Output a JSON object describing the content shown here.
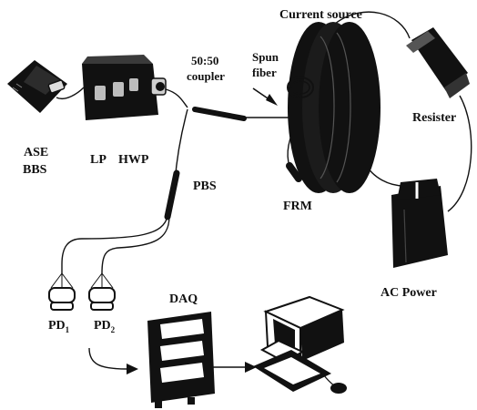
{
  "labels": {
    "current_source": "Current source",
    "coupler_ratio": "50:50",
    "coupler": "coupler",
    "spun": "Spun",
    "fiber": "fiber",
    "resister": "Resister",
    "ase": "ASE",
    "bbs": "BBS",
    "lp": "LP",
    "hwp": "HWP",
    "pbs": "PBS",
    "frm": "FRM",
    "ac_power": "AC Power",
    "daq": "DAQ",
    "pd1_main": "PD",
    "pd1_sub": "1",
    "pd2_main": "PD",
    "pd2_sub": "2"
  },
  "icons": [
    "ase-source-icon",
    "polarizer-waveplate-icon",
    "coupler-icon",
    "coil-icon",
    "resistor-icon",
    "frm-icon",
    "pbs-icon",
    "ac-power-icon",
    "photodetector-icon",
    "daq-card-icon",
    "computer-icon"
  ],
  "colors": {
    "ink": "#111111",
    "paper": "#ffffff"
  }
}
